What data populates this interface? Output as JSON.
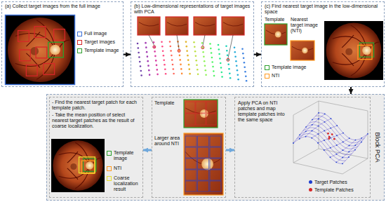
{
  "diagram": {
    "nodes": [
      {
        "text": [
          "(a) Collect target images from the full image"
        ]
      },
      {
        "text": [
          "(b) Low-dimensional representations of target images with PCA"
        ]
      },
      {
        "text": [
          "(c) Find nearest target image in the low-dimensional space"
        ]
      },
      {
        "text": [
          "Block PCA"
        ]
      },
      {
        "text": [
          "- Find the nearest target patch for each template patch.",
          "- Take the mean position of select nearest target patches as the result of coarse localization."
        ],
        "in": 3
      },
      {
        "text": [
          "Template",
          "Larger area around NTI"
        ],
        "in": 3
      },
      {
        "text": [
          "Apply PCA on NTI patches and map template patches into the same space"
        ],
        "in": 3
      }
    ],
    "edges": [
      {
        "from": 0,
        "to": 1,
        "arrow": "to"
      },
      {
        "from": 1,
        "to": 2,
        "arrow": "to"
      },
      {
        "from": 2,
        "to": 3,
        "arrow": "to"
      },
      {
        "from": 5,
        "to": 6,
        "arrow": "to"
      },
      {
        "from": 5,
        "to": 4,
        "arrow": "to"
      }
    ],
    "labels": [
      "Template",
      "Nearest target image (NTI)"
    ],
    "legend": [
      {
        "text": "Full image",
        "color": "#3a6fd8"
      },
      {
        "text": "Target images",
        "color": "#d62728"
      },
      {
        "text": "Template image",
        "color": "#2ca02c"
      },
      {
        "text": "Template image",
        "color": "#2ca02c"
      },
      {
        "text": "NTI",
        "color": "#ff9a1f"
      },
      {
        "text": "Template image",
        "color": "#2ca02c"
      },
      {
        "text": "NTI",
        "color": "#ff9a1f"
      },
      {
        "text": "Coarse localization result",
        "color": "#e8e030"
      },
      {
        "text": "Target Patches",
        "color": "#1f3fcf"
      },
      {
        "text": "Template Patches",
        "color": "#d62728"
      }
    ]
  }
}
